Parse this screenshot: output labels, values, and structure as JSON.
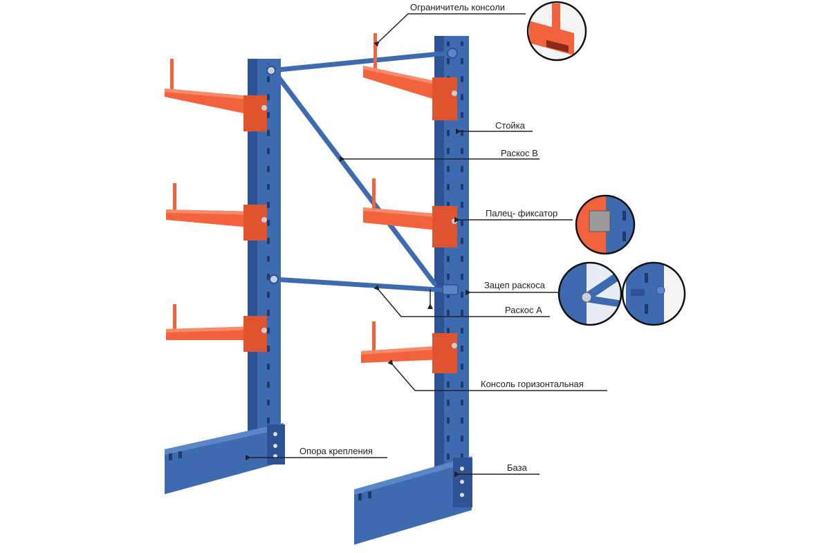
{
  "callouts": {
    "console_limiter": "Ограничитель консоли",
    "upright": "Стойка",
    "brace_b": "Раскос В",
    "locking_pin": "Палец- фиксатор",
    "brace_hook": "Зацеп раскоса",
    "brace_a": "Раскос А",
    "horizontal_console": "Консоль горизонтальная",
    "mounting_support": "Опора крепления",
    "base": "База"
  },
  "colors": {
    "frame_blue": "#3e6ab0",
    "frame_blue_dark": "#2d5394",
    "frame_blue_light": "#5b86c8",
    "console_orange": "#f2623d",
    "console_orange_dark": "#d24a28",
    "leader_line": "#222222"
  }
}
